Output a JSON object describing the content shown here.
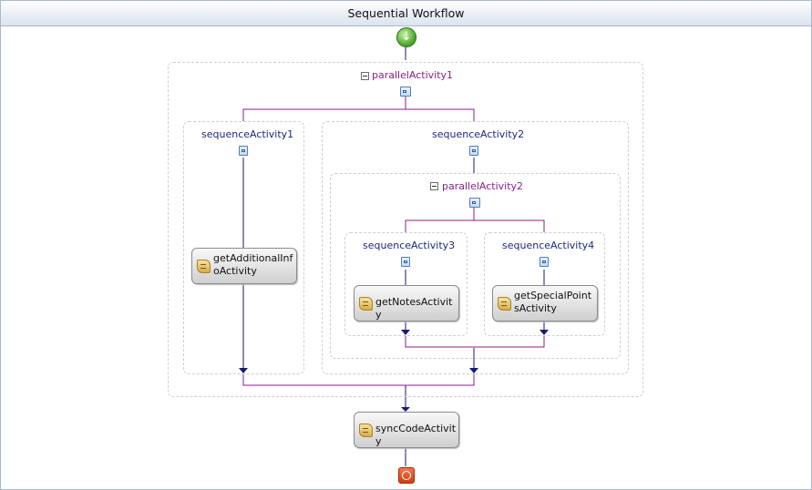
{
  "window": {
    "title": "Sequential Workflow"
  },
  "workflow": {
    "start_icon": "start-circle-icon",
    "end_icon": "end-circle-icon",
    "parallel1": {
      "label": "parallelActivity1",
      "sequence1": {
        "label": "sequenceActivity1",
        "activity": {
          "label": "getAdditionalInfoActivity",
          "icon": "code-activity-icon"
        }
      },
      "sequence2": {
        "label": "sequenceActivity2",
        "parallel2": {
          "label": "parallelActivity2",
          "sequence3": {
            "label": "sequenceActivity3",
            "activity": {
              "label": "getNotesActivity",
              "icon": "code-activity-icon"
            }
          },
          "sequence4": {
            "label": "sequenceActivity4",
            "activity": {
              "label": "getSpecialPointsActivity",
              "icon": "code-activity-icon"
            }
          }
        }
      }
    },
    "final_activity": {
      "label": "syncCodeActivity",
      "icon": "code-activity-icon"
    }
  },
  "colors": {
    "sequence_line": "#1a1a6e",
    "parallel_line": "#8a1f8a",
    "border": "#a9b8cc"
  }
}
